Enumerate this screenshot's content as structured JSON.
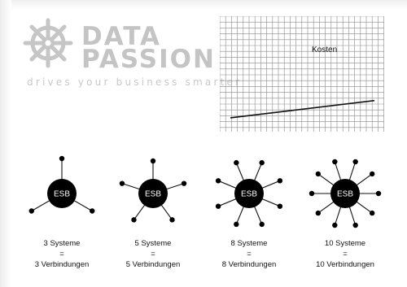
{
  "logo": {
    "word1": "DATA",
    "word2": "PASSION",
    "tagline": "drives your business smarter",
    "icon": "ships-wheel-icon",
    "color": "#c4c4c4"
  },
  "chart_data": {
    "type": "line",
    "title": "Kosten",
    "xlabel": "",
    "ylabel": "",
    "grid": true,
    "series": [
      {
        "x": [
          0,
          1
        ],
        "y": [
          0.12,
          0.27
        ]
      }
    ]
  },
  "topologies": [
    {
      "hub_label": "ESB",
      "spokes": 3,
      "line1": "3 Systeme",
      "line2": "=",
      "line3": "3 Verbindungen"
    },
    {
      "hub_label": "ESB",
      "spokes": 5,
      "line1": "5 Systeme",
      "line2": "=",
      "line3": "5 Verbindungen"
    },
    {
      "hub_label": "ESB",
      "spokes": 8,
      "line1": "8 Systeme",
      "line2": "=",
      "line3": "8 Verbindungen"
    },
    {
      "hub_label": "ESB",
      "spokes": 10,
      "line1": "10 Systeme",
      "line2": "=",
      "line3": "10 Verbindungen"
    }
  ]
}
